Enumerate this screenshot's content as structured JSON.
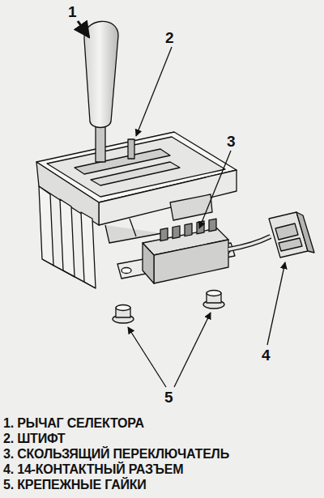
{
  "diagram": {
    "labels": [
      "1",
      "2",
      "3",
      "4",
      "5",
      "1. РЫЧАГ СЕЛЕКТОРА",
      "2. ШТИФТ",
      "3. СКОЛЬЗЯЩИЙ ПЕРЕКЛЮЧАТЕЛЬ",
      "4. 14-КОНТАКТНЫЙ РАЗЪЕМ",
      "5. КРЕПЕЖНЫЕ ГАЙКИ"
    ]
  }
}
